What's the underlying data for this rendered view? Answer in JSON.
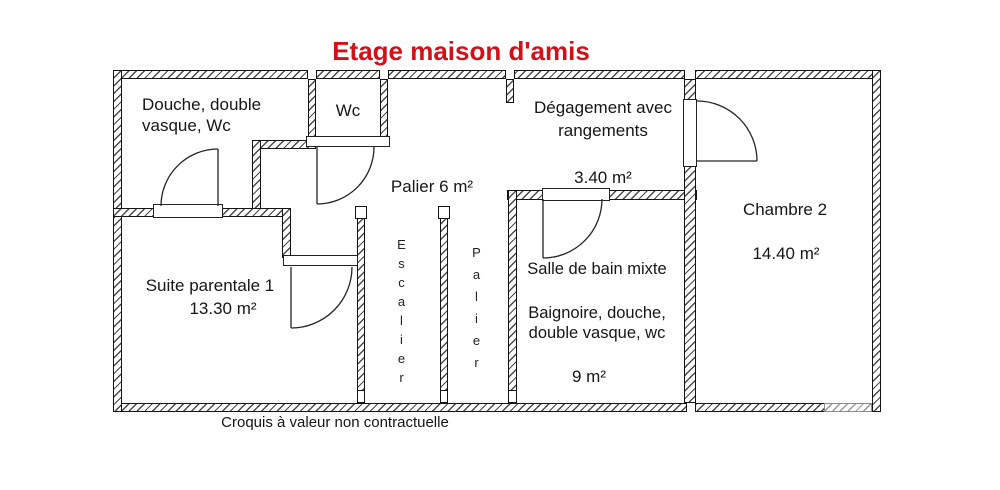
{
  "title": "Etage maison d'amis",
  "caption": "Croquis à valeur non contractuelle",
  "colors": {
    "title_red": "#d21018",
    "line_black": "#141414"
  },
  "rooms": {
    "douche": {
      "line1": "Douche, double",
      "line2": "vasque, Wc"
    },
    "wc": {
      "label": "Wc"
    },
    "palier_landing": {
      "label": "Palier 6 m²"
    },
    "degagement": {
      "line1": "Dégagement avec",
      "line2": "rangements",
      "area": "3.40 m²"
    },
    "chambre2": {
      "label": "Chambre 2",
      "area": "14.40 m²"
    },
    "suite": {
      "label": "Suite parentale 1",
      "area": "13.30 m²"
    },
    "escalier": {
      "label": "Escalier"
    },
    "palier_corridor": {
      "label": "Palier"
    },
    "salle_de_bain": {
      "label": "Salle de bain mixte",
      "desc1": "Baignoire, douche,",
      "desc2": "double vasque, wc",
      "area": "9 m²"
    }
  }
}
